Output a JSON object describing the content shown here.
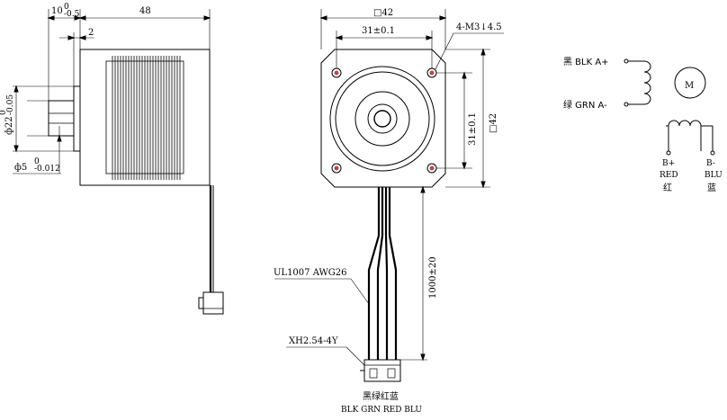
{
  "side_view": {
    "dim_10": "10",
    "dim_10_tol_upper": "0",
    "dim_10_tol_lower": "-0.5",
    "dim_48": "48",
    "dim_2": "2",
    "dim_phi22": "ф22",
    "dim_phi22_tol_upper": "0",
    "dim_phi22_tol_lower": "-0.05",
    "dim_phi5": "ф5",
    "dim_phi5_tol_upper": "0",
    "dim_phi5_tol_lower": "-0.012"
  },
  "front_view": {
    "dim_square42_top": "□42",
    "dim_31_top": "31±0.1",
    "dim_holes": "4-M3↓4.5",
    "dim_31_right": "31±0.1",
    "dim_square42_right": "□42",
    "dim_cable_length": "1000±20",
    "label_wire": "UL1007 AWG26",
    "label_connector": "XH2.54-4Y",
    "wire_colors_cn": "黑绿红蓝",
    "wire_colors_en": "BLK GRN RED BLU"
  },
  "schematic": {
    "a_plus": "黑 BLK A+",
    "a_minus": "绿 GRN A-",
    "motor_symbol": "M",
    "b_plus": "B+",
    "b_plus_color": "RED",
    "b_plus_cn": "红",
    "b_minus": "B-",
    "b_minus_color": "BLU",
    "b_minus_cn": "蓝"
  }
}
